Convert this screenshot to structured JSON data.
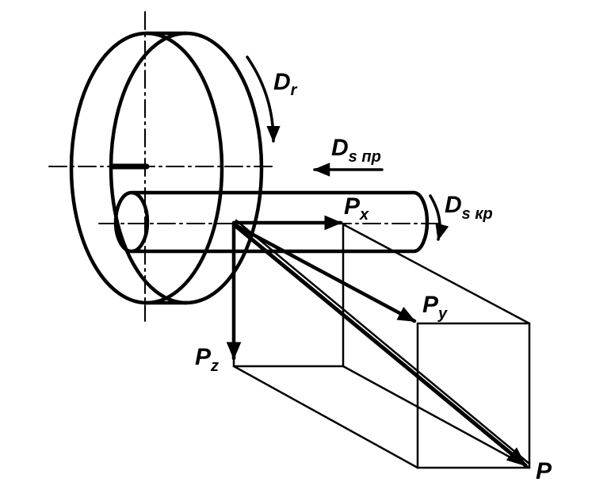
{
  "labels": {
    "dr": {
      "main": "D",
      "sub": "r"
    },
    "ds_pr": {
      "main": "D",
      "sub": "s пр"
    },
    "ds_kr": {
      "main": "D",
      "sub": "s кр"
    },
    "px": {
      "main": "P",
      "sub": "x"
    },
    "py": {
      "main": "P",
      "sub": "y"
    },
    "pz": {
      "main": "P",
      "sub": "z"
    },
    "p": {
      "main": "P"
    }
  },
  "colors": {
    "ink": "#000000",
    "background": "#ffffff"
  }
}
